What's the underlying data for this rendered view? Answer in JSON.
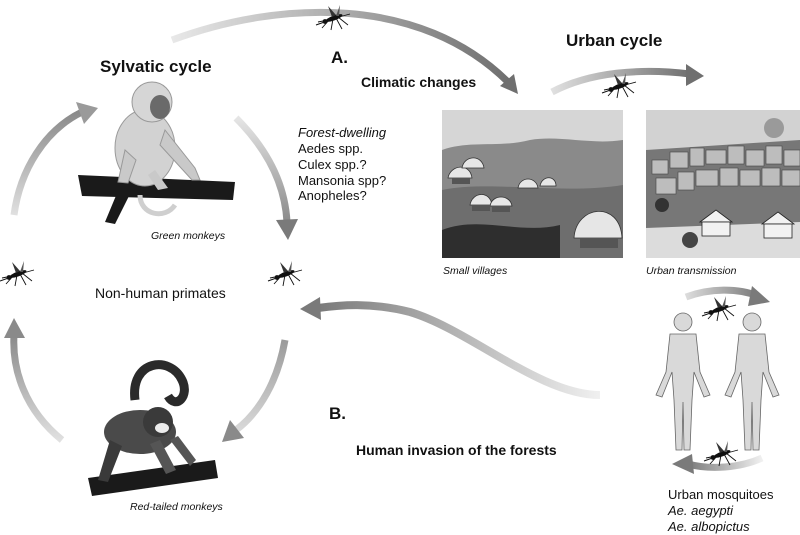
{
  "diagram": {
    "labels": {
      "sylvatic_cycle": "Sylvatic cycle",
      "urban_cycle": "Urban cycle",
      "a_marker": "A.",
      "b_marker": "B.",
      "climatic_changes": "Climatic changes",
      "human_invasion": "Human invasion of the forests",
      "non_human_primates": "Non-human primates"
    },
    "forest_vectors": {
      "heading": "Forest-dwelling",
      "items": [
        "Aedes spp.",
        "Culex spp.?",
        "Mansonia spp?",
        "Anopheles?"
      ]
    },
    "urban_vectors": {
      "heading": "Urban mosquitoes",
      "items": [
        "Ae. aegypti",
        "Ae. albopictus"
      ]
    },
    "captions": {
      "green_monkeys": "Green monkeys",
      "red_tailed_monkeys": "Red-tailed monkeys",
      "small_villages": "Small villages",
      "urban_transmission": "Urban transmission"
    },
    "colors": {
      "arrow": "#8c8c8c",
      "panel_sky": "#d6d6d6",
      "panel_ground": "#6e6e6e"
    }
  }
}
